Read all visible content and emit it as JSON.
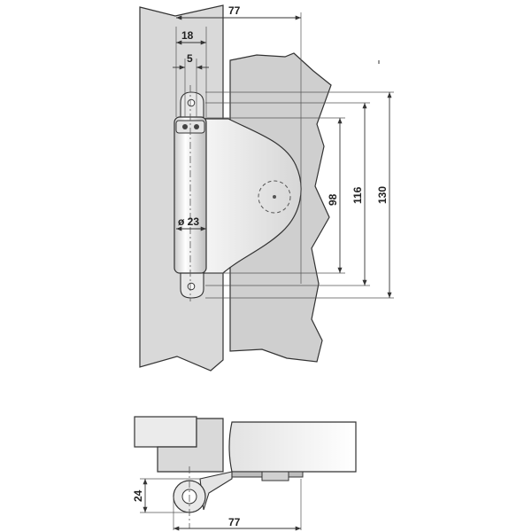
{
  "front_view": {
    "dims": {
      "total_width": "77",
      "outer_width": "18",
      "inner_width": "5",
      "barrel_diameter": "ø 23",
      "height_a": "98",
      "height_b": "116",
      "height_c": "130"
    }
  },
  "top_view": {
    "dims": {
      "depth": "24",
      "width": "77"
    }
  },
  "colors": {
    "frame": "#d9d9d9",
    "door": "#cfcfcf",
    "hinge": "#ececec",
    "line": "#333333",
    "dim": "#444444"
  }
}
